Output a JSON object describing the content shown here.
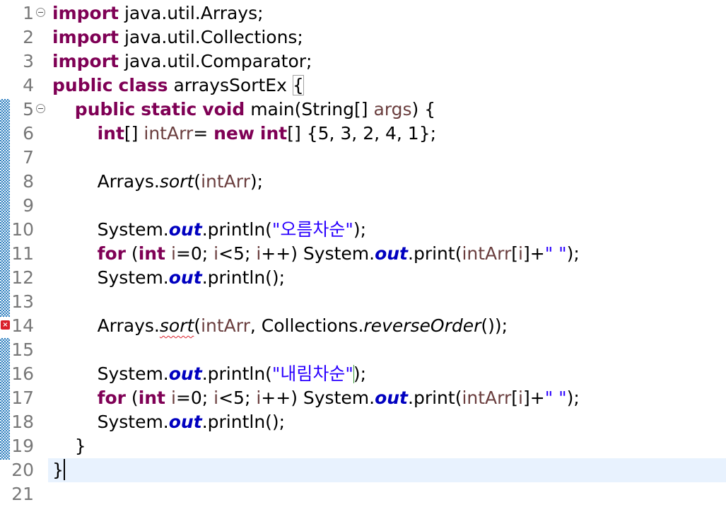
{
  "editor": {
    "language": "java",
    "current_line": 20,
    "error_line": 14,
    "lines": [
      {
        "n": "1",
        "fold": true,
        "parts": [
          [
            "kw",
            "import"
          ],
          [
            "",
            "java.util.Arrays;"
          ]
        ]
      },
      {
        "n": "2",
        "parts": [
          [
            "kw",
            "import"
          ],
          [
            "",
            "java.util.Collections;"
          ]
        ]
      },
      {
        "n": "3",
        "parts": [
          [
            "kw",
            "import"
          ],
          [
            "",
            "java.util.Comparator;"
          ]
        ]
      },
      {
        "n": "4",
        "parts": [
          [
            "kw",
            "public"
          ],
          [
            "kw",
            "class"
          ],
          [
            "",
            "arraysSortEx"
          ],
          [
            "brace",
            "{"
          ]
        ]
      },
      {
        "n": "5",
        "fold": true,
        "parts": [
          [
            "indent1",
            ""
          ],
          [
            "kw",
            "public"
          ],
          [
            "kw",
            "static"
          ],
          [
            "kw",
            "void"
          ],
          [
            "",
            "main(String[]"
          ],
          [
            "var",
            "args"
          ],
          [
            "",
            ") {"
          ]
        ]
      },
      {
        "n": "6",
        "parts": [
          [
            "indent2",
            ""
          ],
          [
            "kw",
            "int"
          ],
          [
            "",
            "[] "
          ],
          [
            "var",
            "intArr"
          ],
          [
            "",
            "= "
          ],
          [
            "kw",
            "new"
          ],
          [
            "kw",
            "int"
          ],
          [
            "",
            "[] {5, 3, 2, 4, 1};"
          ]
        ]
      },
      {
        "n": "7",
        "parts": []
      },
      {
        "n": "8",
        "parts": [
          [
            "indent2",
            ""
          ],
          [
            "",
            "Arrays."
          ],
          [
            "ital",
            "sort"
          ],
          [
            "",
            "("
          ],
          [
            "var",
            "intArr"
          ],
          [
            "",
            ");"
          ]
        ]
      },
      {
        "n": "9",
        "parts": []
      },
      {
        "n": "10",
        "parts": [
          [
            "indent2",
            ""
          ],
          [
            "",
            "System."
          ],
          [
            "fld",
            "out"
          ],
          [
            "",
            ".println("
          ],
          [
            "str",
            "\"오름차순\""
          ],
          [
            "",
            ");"
          ]
        ]
      },
      {
        "n": "11",
        "parts": [
          [
            "indent2",
            ""
          ],
          [
            "kw",
            "for"
          ],
          [
            "",
            "("
          ],
          [
            "kw",
            "int"
          ],
          [
            "var",
            "i"
          ],
          [
            "",
            "=0; "
          ],
          [
            "var",
            "i"
          ],
          [
            "",
            "<5; "
          ],
          [
            "var",
            "i"
          ],
          [
            "",
            "++) System."
          ],
          [
            "fld",
            "out"
          ],
          [
            "",
            ".print("
          ],
          [
            "var",
            "intArr"
          ],
          [
            "",
            "["
          ],
          [
            "var",
            "i"
          ],
          [
            "",
            "]+"
          ],
          [
            "str",
            "\" \""
          ],
          [
            "",
            ");"
          ]
        ]
      },
      {
        "n": "12",
        "parts": [
          [
            "indent2",
            ""
          ],
          [
            "",
            "System."
          ],
          [
            "fld",
            "out"
          ],
          [
            "",
            ".println();"
          ]
        ]
      },
      {
        "n": "13",
        "parts": []
      },
      {
        "n": "14",
        "error": true,
        "parts": [
          [
            "indent2",
            ""
          ],
          [
            "",
            "Arrays."
          ],
          [
            "squig",
            "sort"
          ],
          [
            "",
            "("
          ],
          [
            "var",
            "intArr"
          ],
          [
            "",
            ", Collections."
          ],
          [
            "ital",
            "reverseOrder"
          ],
          [
            "",
            "());"
          ]
        ]
      },
      {
        "n": "15",
        "parts": []
      },
      {
        "n": "16",
        "parts": [
          [
            "indent2",
            ""
          ],
          [
            "",
            "System."
          ],
          [
            "fld",
            "out"
          ],
          [
            "",
            ".println("
          ],
          [
            "str",
            "\"내림차순\""
          ],
          [
            "caret2",
            ""
          ],
          [
            "",
            ");"
          ]
        ]
      },
      {
        "n": "17",
        "parts": [
          [
            "indent2",
            ""
          ],
          [
            "kw",
            "for"
          ],
          [
            "",
            "("
          ],
          [
            "kw",
            "int"
          ],
          [
            "var",
            "i"
          ],
          [
            "",
            "=0; "
          ],
          [
            "var",
            "i"
          ],
          [
            "",
            "<5; "
          ],
          [
            "var",
            "i"
          ],
          [
            "",
            "++) System."
          ],
          [
            "fld",
            "out"
          ],
          [
            "",
            ".print("
          ],
          [
            "var",
            "intArr"
          ],
          [
            "",
            "["
          ],
          [
            "var",
            "i"
          ],
          [
            "",
            "]+"
          ],
          [
            "str",
            "\" \""
          ],
          [
            "",
            ");"
          ]
        ]
      },
      {
        "n": "18",
        "parts": [
          [
            "indent2",
            ""
          ],
          [
            "",
            "System."
          ],
          [
            "fld",
            "out"
          ],
          [
            "",
            ".println();"
          ]
        ]
      },
      {
        "n": "19",
        "parts": [
          [
            "indent1",
            ""
          ],
          [
            "",
            "}"
          ]
        ]
      },
      {
        "n": "20",
        "parts": [
          [
            "",
            "}"
          ],
          [
            "caret",
            ""
          ]
        ]
      },
      {
        "n": "21",
        "parts": []
      }
    ]
  },
  "colors": {
    "keyword": "#7f0055",
    "static_field": "#0000c0",
    "local_variable": "#6a3e3e",
    "string": "#2a00ff",
    "line_number": "#787878",
    "current_line_bg": "#e8f2fe",
    "change_bar": "#2e7fbf",
    "error_marker": "#d9202a"
  },
  "icons": {
    "fold": "collapse-minus-icon",
    "error": "error-x-icon"
  }
}
